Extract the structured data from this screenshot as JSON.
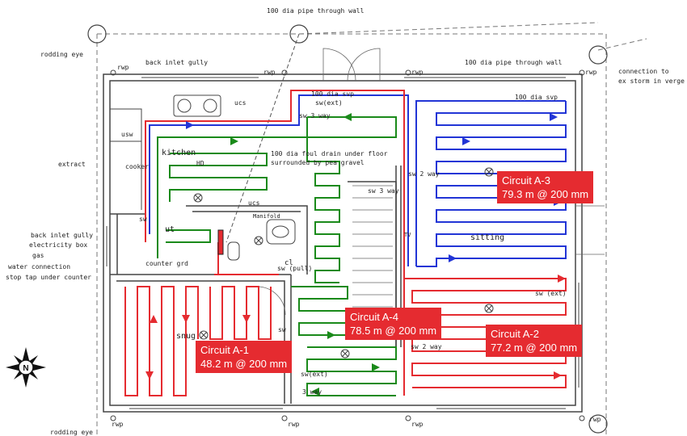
{
  "colors": {
    "circuit_a1": "#e52b30",
    "circuit_a2": "#e52b30",
    "circuit_a3": "#2235d6",
    "circuit_a4": "#1a8a1a",
    "callout_bg": "#e52b30",
    "wall": "#444444"
  },
  "circuits": [
    {
      "name": "Circuit A-1",
      "spec": "48.2 m @ 200 mm"
    },
    {
      "name": "Circuit A-2",
      "spec": "77.2 m @ 200 mm"
    },
    {
      "name": "Circuit A-3",
      "spec": "79.3 m @ 200 mm"
    },
    {
      "name": "Circuit A-4",
      "spec": "78.5 m @ 200 mm"
    }
  ],
  "annotations": {
    "pipe_top": "100 dia pipe through wall",
    "pipe_right": "100 dia pipe through wall",
    "connection": "connection to",
    "connection2": "ex storm in verge",
    "rodding_eye": "rodding eye",
    "rodding_eye_bottom": "rodding eye",
    "back_inlet_gully_top": "back inlet gully",
    "extract": "extract",
    "back_inlet_gully_left": "back inlet gully",
    "electricity_box": "electricity box",
    "gas": "gas",
    "water_connection": "water connection",
    "stop_tap": "stop tap under counter",
    "foul_drain": "100 dia foul drain under floor",
    "pea_gravel": "surrounded by pea gravel",
    "svp_top": "100 dia svp",
    "svp_right": "100 dia svp",
    "manifold": "Manifold",
    "rwp": "rwp"
  },
  "rooms": {
    "kitchen": "kitchen",
    "sitting": "sitting",
    "snug": "snug",
    "ucs": "ucs",
    "usw": "usw",
    "cooker": "cooker",
    "ut": "ut",
    "hd": "HD",
    "cl": "cl",
    "tv": "TV",
    "ucs2": "ucs"
  },
  "switches": {
    "sw_ext_top": "sw(ext)",
    "sw_3way_top": "sw 3 way",
    "sw_2way": "sw 2 way",
    "sw_3way_stair": "sw 3 way",
    "sw_pull": "sw (pull)",
    "sw_ext_right": "sw (ext)",
    "sw_2way_b": "sw 2 way",
    "sw_ext_bottom": "sw(ext)",
    "sw_3way_bottom": "3 way",
    "sw_left": "sw",
    "sw_snug": "sw",
    "counter_grd": "counter grd"
  },
  "compass": "N"
}
